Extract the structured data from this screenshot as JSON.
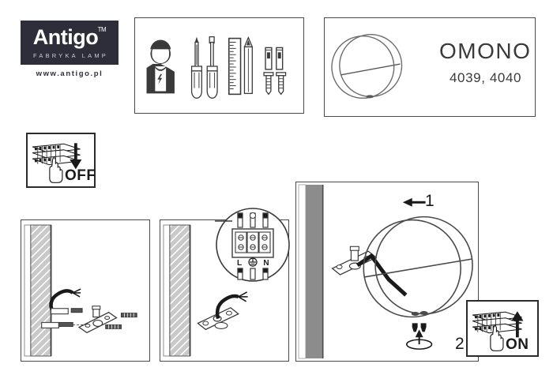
{
  "document": {
    "type": "installation-instruction-sheet",
    "background_color": "#ffffff",
    "line_color": "#4a4a4a"
  },
  "brand": {
    "name": "Antigo",
    "trademark": "TM",
    "tagline": "FABRYKA LAMP",
    "website": "www.antigo.pl",
    "box_color": "#2e2e3a",
    "text_color": "#ffffff"
  },
  "product": {
    "name": "OMONO",
    "codes": "4039, 4040",
    "icon": "round-wall-lamp-icon"
  },
  "tools": {
    "items": [
      {
        "id": "electrician-icon",
        "label": "electrician"
      },
      {
        "id": "phillips-screwdriver-icon",
        "label": "phillips screwdriver"
      },
      {
        "id": "flathead-screwdriver-icon",
        "label": "flathead screwdriver"
      },
      {
        "id": "ruler-icon",
        "label": "ruler"
      },
      {
        "id": "pencil-icon",
        "label": "pencil"
      },
      {
        "id": "wall-anchor-icon",
        "label": "wall anchors"
      },
      {
        "id": "screw-icon",
        "label": "screws"
      }
    ]
  },
  "power": {
    "off": {
      "label": "OFF",
      "arrow": "down",
      "icon": "circuit-breaker-panel-icon"
    },
    "on": {
      "label": "ON",
      "arrow": "up",
      "icon": "circuit-breaker-panel-icon"
    }
  },
  "steps": [
    {
      "id": "step-drill-and-anchor",
      "elements": [
        "wall-cross-section",
        "mains-cable",
        "mounting-bracket",
        "wall-anchors",
        "screws"
      ]
    },
    {
      "id": "step-wire-terminal",
      "elements": [
        "wall-cross-section",
        "mounting-bracket",
        "mains-cable",
        "terminal-block-detail"
      ],
      "terminal_block": {
        "labels": [
          "L",
          "⏚",
          "N"
        ],
        "live": "L",
        "earth": "⏚",
        "neutral": "N"
      }
    },
    {
      "id": "step-mount-fixture",
      "elements": [
        "wall-edge",
        "mounting-bracket",
        "cable",
        "round-lamp-body",
        "set-screws"
      ],
      "markers": [
        {
          "number": "1",
          "arrow": "left"
        },
        {
          "number": "2",
          "arrow": "up"
        }
      ]
    }
  ]
}
